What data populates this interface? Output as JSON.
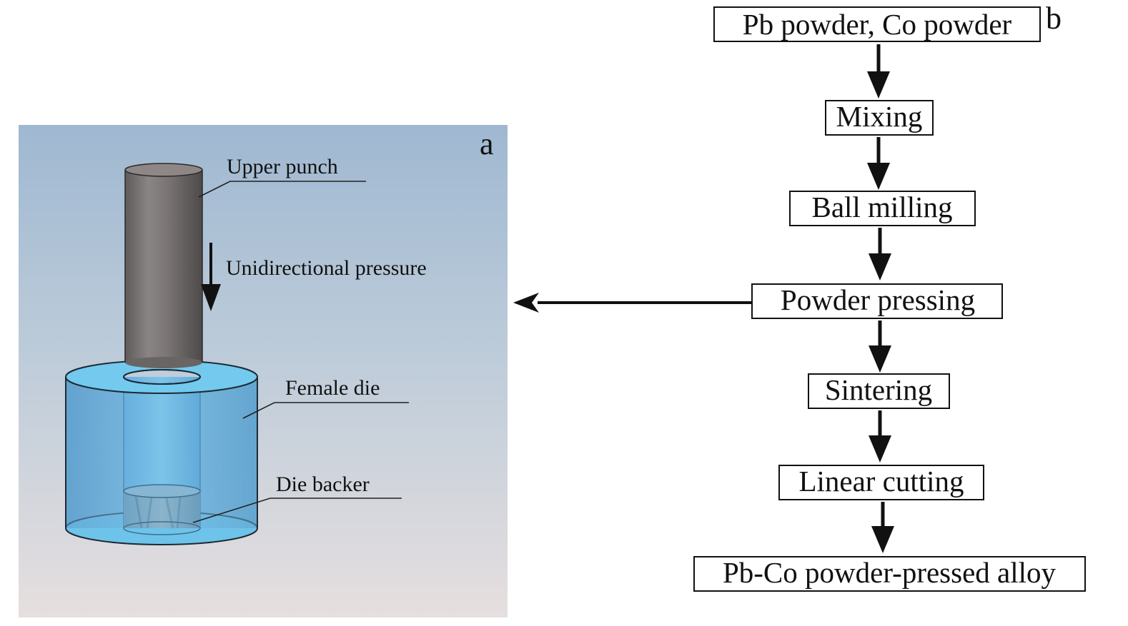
{
  "panel_a": {
    "letter": "a",
    "labels": {
      "upper_punch": "Upper punch",
      "pressure": "Unidirectional pressure",
      "female_die": "Female die",
      "die_backer": "Die backer"
    }
  },
  "panel_b": {
    "letter": "b",
    "steps": [
      "Pb powder, Co powder",
      "Mixing",
      "Ball milling",
      "Powder pressing",
      "Sintering",
      "Linear cutting",
      "Pb-Co powder-pressed alloy"
    ]
  }
}
